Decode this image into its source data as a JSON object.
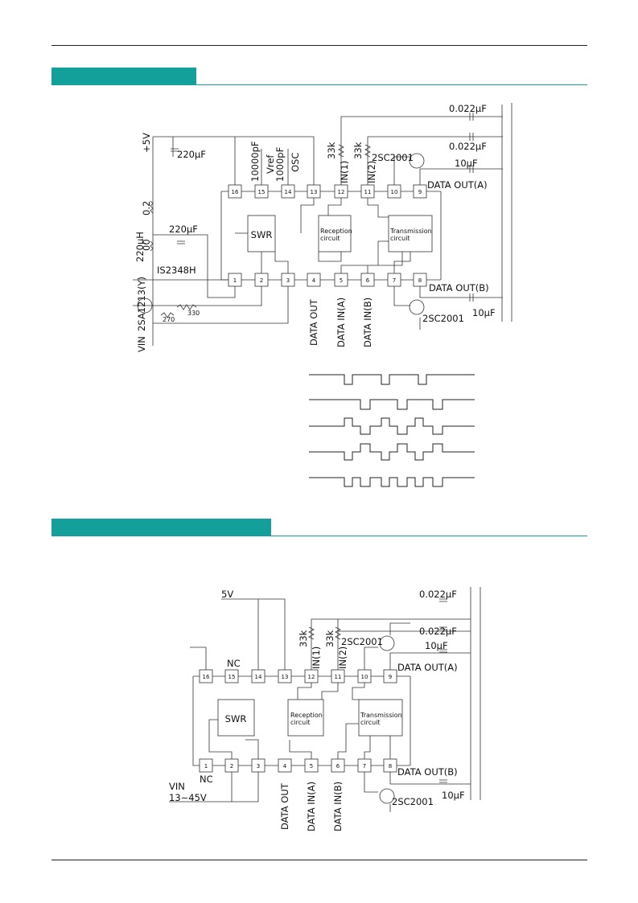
{
  "section1": {
    "labels": {
      "supply": "+5V",
      "cap_220uF_top": "220µF",
      "inductor": "220µH",
      "res_02": "0.2",
      "res_00": "00",
      "cap_220uF_mid": "220µF",
      "diode": "IS2348H",
      "transistor_pnp": "2SA1213(Y)",
      "res_270": "270",
      "res_330": "330",
      "vin": "VIN",
      "cap_10000pF": "10000pF",
      "vref": "Vref",
      "cap_1000pF": "1000pF",
      "osc": "OSC",
      "res_33k_1": "33k",
      "res_33k_2": "33k",
      "in1": "IN(1)",
      "in2": "IN(2)",
      "cap_0022_1": "0.022µF",
      "cap_0022_2": "0.022µF",
      "transistor_top": "2SC2001",
      "cap_10uF_top": "10µF",
      "data_out_a": "DATA OUT(A)",
      "data_out_b": "DATA OUT(B)",
      "cap_10uF_bot": "10µF",
      "transistor_bot": "2SC2001",
      "swr": "SWR",
      "reception": "Reception",
      "transmission": "Transmission",
      "circuit": "circuit",
      "data_out": "DATA OUT",
      "data_in_a": "DATA IN(A)",
      "data_in_b": "DATA IN(B)"
    },
    "pins_top": [
      "16",
      "15",
      "14",
      "13",
      "12",
      "11",
      "10",
      "9"
    ],
    "pins_bottom": [
      "1",
      "2",
      "3",
      "4",
      "5",
      "6",
      "7",
      "8"
    ]
  },
  "section2": {
    "labels": {
      "supply": "5V",
      "nc_top": "NC",
      "nc_bottom": "NC",
      "vin": "VIN",
      "vin_range": "13∼45V",
      "res_33k_1": "33k",
      "res_33k_2": "33k",
      "in1": "IN(1)",
      "in2": "IN(2)",
      "cap_0022_1": "0.022µF",
      "cap_0022_2": "0.022µF",
      "transistor_top": "2SC2001",
      "cap_10uF_top": "10µF",
      "data_out_a": "DATA OUT(A)",
      "data_out_b": "DATA OUT(B)",
      "cap_10uF_bot": "10µF",
      "transistor_bot": "2SC2001",
      "swr": "SWR",
      "reception": "Reception",
      "transmission": "Transmission",
      "circuit": "circuit",
      "data_out": "DATA OUT",
      "data_in_a": "DATA IN(A)",
      "data_in_b": "DATA IN(B)"
    },
    "pins_top": [
      "16",
      "15",
      "14",
      "13",
      "12",
      "11",
      "10",
      "9"
    ],
    "pins_bottom": [
      "1",
      "2",
      "3",
      "4",
      "5",
      "6",
      "7",
      "8"
    ]
  },
  "colors": {
    "band": "#14a09a",
    "wire": "#333333"
  }
}
